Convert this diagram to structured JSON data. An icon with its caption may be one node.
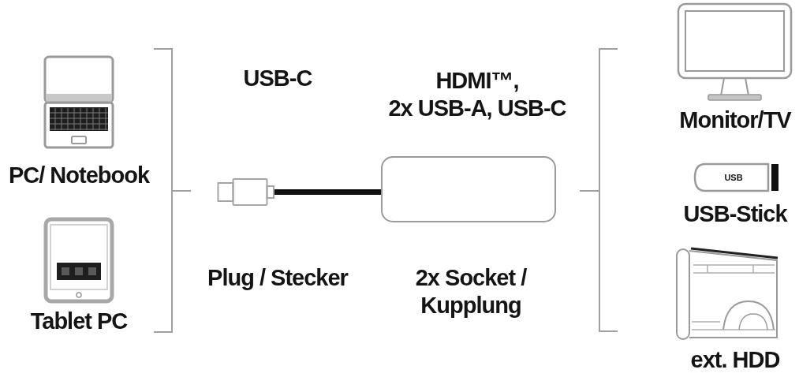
{
  "diagram": {
    "nodes": [
      {
        "text": [
          "PC/ Notebook"
        ]
      },
      {
        "text": [
          "Tablet PC"
        ]
      },
      {
        "text": [],
        "shape": "box",
        "beside": [
          "Plug / Stecker"
        ]
      },
      {
        "text": [],
        "shape": "box",
        "beside": [
          "HDMI™, 2x USB-A, USB-C",
          "2x Socket / Kupplung"
        ]
      },
      {
        "text": [
          "Monitor/TV"
        ]
      },
      {
        "text": [
          "USB",
          "USB-Stick"
        ]
      },
      {
        "text": [
          "ext. HDD"
        ]
      }
    ],
    "edges": [
      {
        "from": 2,
        "to": 3,
        "arrow": "none"
      }
    ],
    "labels": [
      "USB-C"
    ]
  }
}
